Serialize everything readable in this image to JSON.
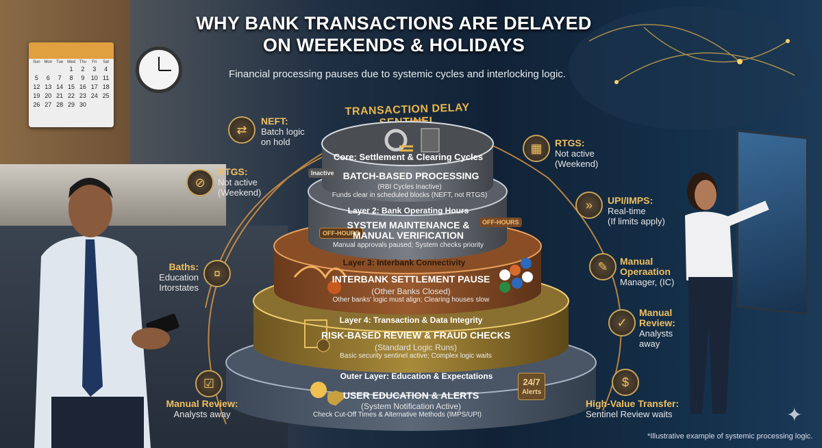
{
  "title_line1": "WHY BANK TRANSACTIONS ARE DELAYED",
  "title_line2": "ON WEEKENDS & HOLIDAYS",
  "subtitle": "Financial processing pauses due to systemic cycles and interlocking logic.",
  "diagram_title": "TRANSACTION DELAY SENTINEL",
  "calendar": {
    "days": [
      "Sun",
      "Mon",
      "Tue",
      "Wed",
      "Thu",
      "Fri",
      "Sat"
    ],
    "dates": [
      "",
      "",
      "",
      "1",
      "2",
      "3",
      "4",
      "5",
      "6",
      "7",
      "8",
      "9",
      "10",
      "11",
      "12",
      "13",
      "14",
      "15",
      "16",
      "17",
      "18",
      "19",
      "20",
      "21",
      "22",
      "23",
      "24",
      "25",
      "26",
      "27",
      "28",
      "29",
      "30"
    ]
  },
  "layers": {
    "core": {
      "label": "Core: Settlement & Clearing Cycles",
      "badge": "Inactive",
      "heading": "BATCH-BASED PROCESSING",
      "status": "(RBI Cycles Inactive)",
      "detail": "Funds clear in scheduled blocks (NEFT, not RTGS)"
    },
    "layer2": {
      "label": "Layer 2: Bank Operating Hours",
      "badge": "OFF-HOURS",
      "heading1": "SYSTEM MAINTENANCE &",
      "heading2": "MANUAL VERIFICATION",
      "detail": "Manual approvals paused; System checks priority"
    },
    "layer3": {
      "label": "Layer 3: Interbank Connectivity",
      "heading": "INTERBANK SETTLEMENT PAUSE",
      "status": "(Other Banks Closed)",
      "detail": "Other banks' logic must align; Clearing houses slow"
    },
    "layer4": {
      "label": "Layer 4: Transaction & Data Integrity",
      "heading": "RISK-BASED REVIEW & FRAUD CHECKS",
      "status": "(Standard Logic Runs)",
      "detail": "Basic security sentinel active; Complex logic waits"
    },
    "outer": {
      "label": "Outer Layer: Education & Expectations",
      "heading": "USER EDUCATION & ALERTS",
      "status": "(System Notification Active)",
      "detail": "Check Cut-Off Times & Alternative Methods (IMPS/UPI)",
      "badge1": "24/7",
      "badge2": "Alerts"
    }
  },
  "callouts": {
    "neft": {
      "title": "NEFT:",
      "line1": "Batch logic",
      "line2": "on hold",
      "icon": "transfer-arrows-icon"
    },
    "rtgs_left": {
      "title": "RTGS:",
      "line1": "Not active",
      "line2": "(Weekend)",
      "icon": "cash-crossed-icon"
    },
    "baths": {
      "title": "Baths:",
      "line1": "Education",
      "line2": "Irtorstates",
      "icon": "money-icon"
    },
    "manual_review_left": {
      "title": "Manual Review:",
      "line1": "Analysts away",
      "icon": "checklist-icon"
    },
    "rtgs_right": {
      "title": "RTGS:",
      "line1": "Not active",
      "line2": "(Weekend)",
      "icon": "calendar-icon"
    },
    "upi": {
      "title": "UPI/IMPS:",
      "line1": "Real-time",
      "line2": "(If limits apply)",
      "icon": "fast-forward-icon"
    },
    "manual_operation": {
      "title1": "Manual",
      "title2": "Operaation",
      "line1": "Manager, (IC)",
      "icon": "edit-document-icon"
    },
    "manual_review_right": {
      "title1": "Manual",
      "title2": "Review:",
      "line1": "Analysts",
      "line2": "away",
      "icon": "user-check-icon"
    },
    "high_value": {
      "title": "High-Value Transfer:",
      "line1": "Sentinel Review waits",
      "icon": "money-stack-icon"
    }
  },
  "footnote": "*Illustrative example of systemic processing logic.",
  "colors": {
    "gold": "#e8b64a",
    "navy": "#0e1c2c",
    "copper": "#a8642e"
  }
}
